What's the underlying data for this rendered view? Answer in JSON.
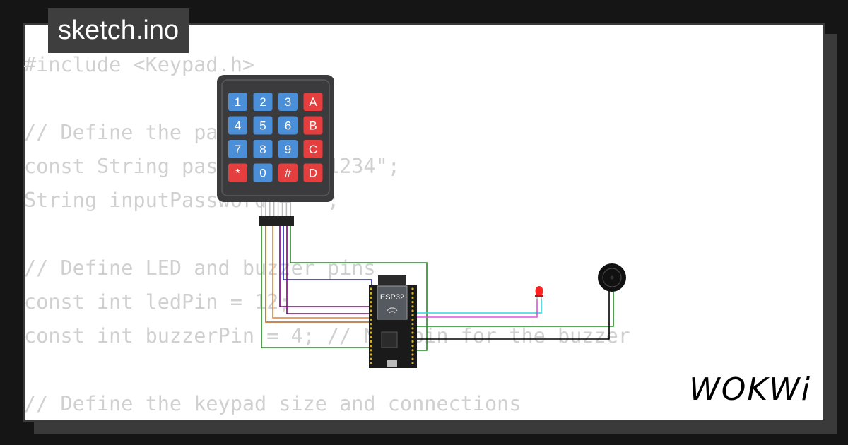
{
  "file_tab": {
    "label": "sketch.ino"
  },
  "code_lines": [
    "#include <Keypad.h>",
    "",
    "// Define the password",
    "const String password = \"1234\";",
    "String inputPassword = \"\";",
    "",
    "// Define LED and buzzer pins",
    "const int ledPin = 12;",
    "const int buzzerPin = 4; // New pin for the buzzer",
    "",
    "// Define the keypad size and connections"
  ],
  "keypad": {
    "keys": [
      [
        "1",
        "2",
        "3",
        "A"
      ],
      [
        "4",
        "5",
        "6",
        "B"
      ],
      [
        "7",
        "8",
        "9",
        "C"
      ],
      [
        "*",
        "0",
        "#",
        "D"
      ]
    ]
  },
  "board": {
    "label": "ESP32"
  },
  "logo": {
    "text": "WOKWi"
  },
  "colors": {
    "key_digit": "#4a8fd8",
    "key_letter": "#e53e3e",
    "keypad_body": "#3b3b3e",
    "wire_green": "#228b22",
    "wire_purple": "#800080",
    "wire_blue": "#1e1ebf",
    "wire_cyan": "#33d6e0",
    "wire_magenta": "#e050e0",
    "wire_brown": "#b06020",
    "wire_black": "#000000",
    "led_red": "#ff2020"
  }
}
